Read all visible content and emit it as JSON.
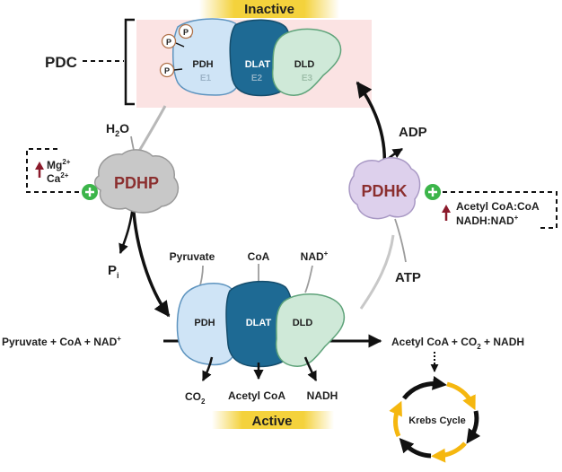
{
  "title_inactive": "Inactive",
  "title_active": "Active",
  "pdc_label": "PDC",
  "enzymes": {
    "pdh": "PDH",
    "dlat": "DLAT",
    "dld": "DLD",
    "e1": "E1",
    "e2": "E2",
    "e3": "E3"
  },
  "phosphate_symbol": "P",
  "pdhp": "PDHP",
  "pdhk": "PDHK",
  "water": {
    "base": "H",
    "sub": "2",
    "end": "O"
  },
  "pi": {
    "base": "P",
    "sub": "i"
  },
  "activators_pdhp": {
    "mg": "Mg",
    "mg_sup": "2+",
    "ca": "Ca",
    "ca_sup": "2+"
  },
  "activators_pdhk": {
    "line1": "Acetyl CoA:CoA",
    "line2_a": "NADH:NAD",
    "line2_sup": "+"
  },
  "adp": "ADP",
  "atp": "ATP",
  "substrates": {
    "pyruvate": "Pyruvate",
    "coa": "CoA",
    "nad": "NAD",
    "nad_sup": "+"
  },
  "reaction_left": {
    "text": "Pyruvate + CoA + NAD",
    "sup": "+"
  },
  "reaction_right": {
    "a": "Acetyl CoA + CO",
    "sub": "2",
    "b": " + NADH"
  },
  "products": {
    "co2_base": "CO",
    "co2_sub": "2",
    "acetyl_coa": "Acetyl CoA",
    "nadh": "NADH"
  },
  "krebs": "Krebs Cycle",
  "colors": {
    "pdh_fill": "#cfe4f6",
    "dlat_fill": "#1e6a94",
    "dld_fill": "#cfe9d8",
    "pdhp_fill": "#c8c8c8",
    "pdhp_text": "#8b2f2f",
    "pdhk_fill": "#ddd0ec",
    "pdhk_text": "#8b2f2f",
    "plus_green": "#3cb54a",
    "arrow_red": "#8b1a2b",
    "krebs_yellow": "#f5b70f",
    "pink_bg": "#fbe3e3",
    "banner_yellow": "#f4d23c"
  }
}
